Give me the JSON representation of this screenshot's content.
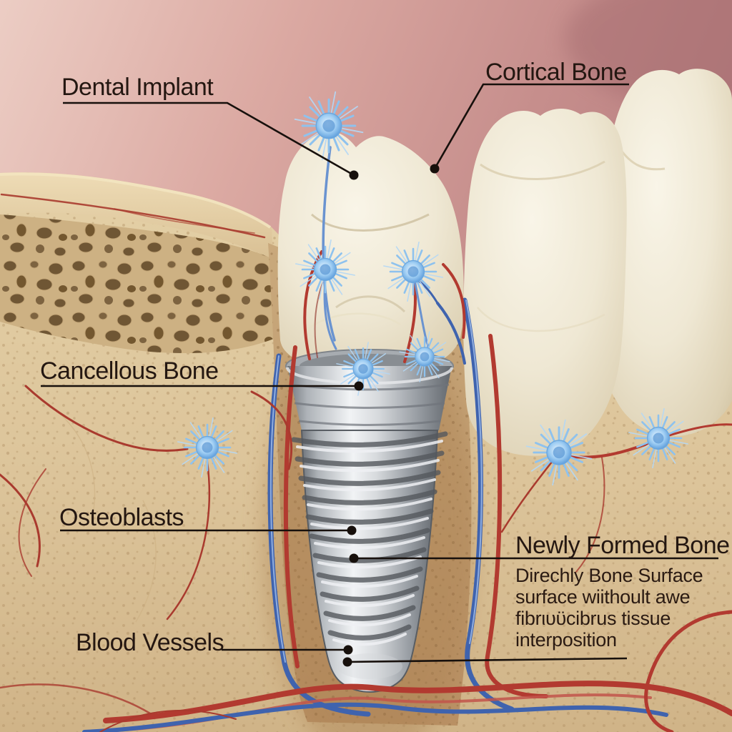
{
  "labels": {
    "dental_implant": "Dental Implant",
    "cortical_bone": "Cortical Bone",
    "cancellous_bone": "Cancellous Bone",
    "osteoblasts": "Osteoblasts",
    "blood_vessels": "Blood Vessels",
    "newly_formed_bone": "Newly Formed Bone"
  },
  "description": {
    "line1": "Direchly Bone Surface",
    "line2": "surface wiithoult awe",
    "line3": "fibrιυϋcibrus tissue",
    "line4": "interposition"
  },
  "colors": {
    "gum_pink": "#cf9a95",
    "bone_tan": "#ddc49c",
    "cortical_bone_light": "#e9d7b1",
    "socket_tan": "#c29c6e",
    "tooth_ivory": "#efe8d4",
    "implant_metal": "#b9bdc1",
    "artery_red": "#b23a30",
    "vein_blue": "#3f63ae",
    "osteoblast_blue": "#7db4e8",
    "label_text": "#241711",
    "leader_line": "#17100c"
  }
}
